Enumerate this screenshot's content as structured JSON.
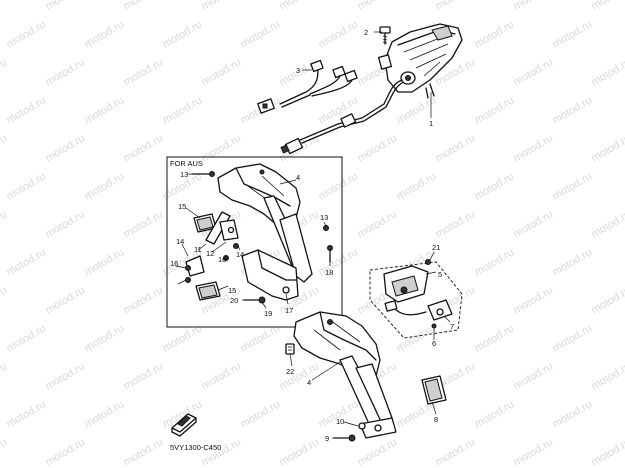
{
  "watermark_text": "motod.ru",
  "inset_label": "FOR AUS",
  "diagram_code": "5VY1300-C450",
  "part_numbers": {
    "p1": "1",
    "p2": "2",
    "p3": "3",
    "p4a": "4",
    "p4b": "4",
    "p5": "5",
    "p6": "6",
    "p7": "7",
    "p8": "8",
    "p9": "9",
    "p10": "10",
    "p11": "11",
    "p12": "12",
    "p13a": "13",
    "p13b": "13",
    "p14a": "14",
    "p14b": "14",
    "p15a": "15",
    "p15b": "15",
    "p16a": "16",
    "p16b": "16",
    "p17": "17",
    "p18": "18",
    "p19": "19",
    "p20": "20",
    "p21": "21",
    "p22": "22"
  }
}
